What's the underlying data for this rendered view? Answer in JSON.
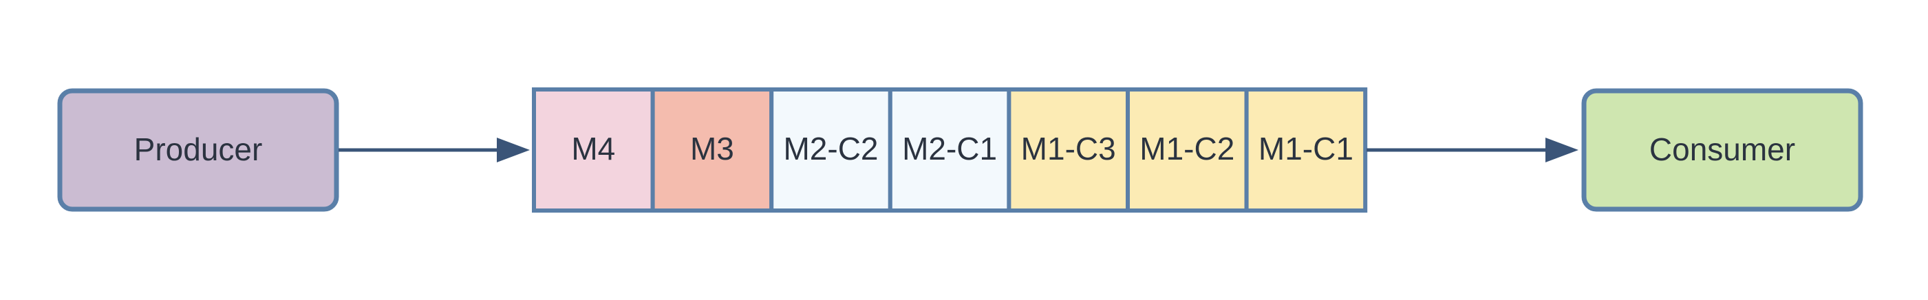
{
  "producer": {
    "label": "Producer",
    "color": "#cbbcd2"
  },
  "consumer": {
    "label": "Consumer",
    "color": "#cfe6b0"
  },
  "queue": {
    "cells": [
      {
        "label": "M4",
        "color": "#f3d4de"
      },
      {
        "label": "M3",
        "color": "#f4bcae"
      },
      {
        "label": "M2-C2",
        "color": "#f3f9fd"
      },
      {
        "label": "M2-C1",
        "color": "#f3f9fd"
      },
      {
        "label": "M1-C3",
        "color": "#fcebb4"
      },
      {
        "label": "M1-C2",
        "color": "#fcebb4"
      },
      {
        "label": "M1-C1",
        "color": "#fcebb4"
      }
    ]
  },
  "colors": {
    "border": "#5a7fa8",
    "arrow": "#3a5478",
    "text": "#2b3340"
  }
}
